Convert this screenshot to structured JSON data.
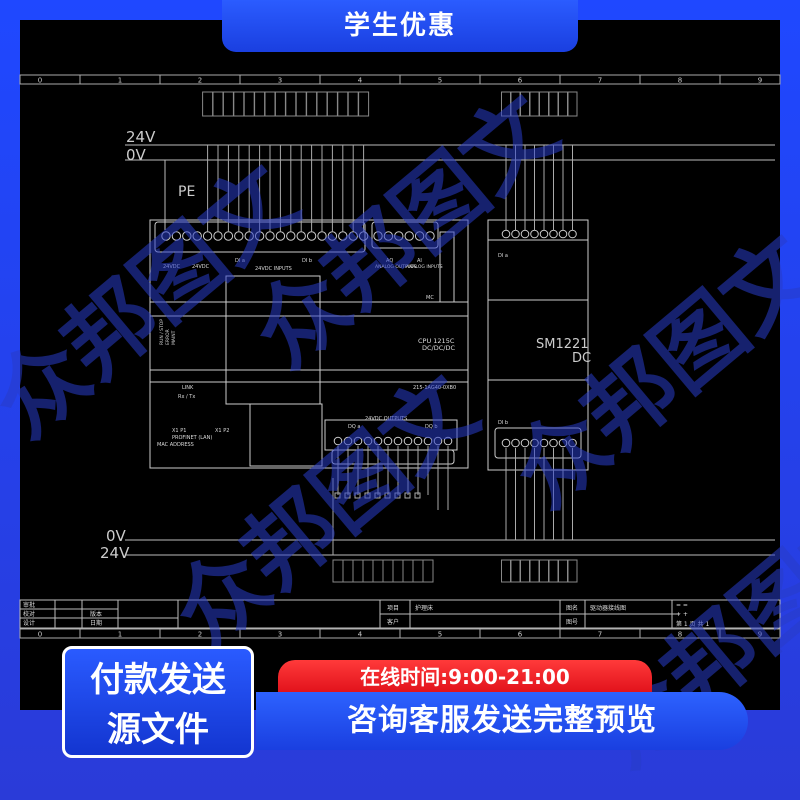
{
  "banner_top": "学生优惠",
  "pay_box": {
    "line1": "付款发送",
    "line2": "源文件"
  },
  "hours": "在线时间:9:00-21:00",
  "contact": "咨询客服发送完整预览",
  "watermark": "众邦图文",
  "ruler": [
    "0",
    "1",
    "2",
    "3",
    "4",
    "5",
    "6",
    "7",
    "8",
    "9"
  ],
  "rails": {
    "v24_top": "24V",
    "v0_top": "0V",
    "pe": "PE",
    "v0_bottom": "0V",
    "v24_bottom": "24V"
  },
  "plc": {
    "model": "CPU 1215C",
    "type": "DC/DC/DC",
    "part": "215-1AG40-0XB0",
    "inputs_label": "24VDC INPUTS",
    "outputs_label": "24VDC OUTPUTS",
    "power1": "24VDC",
    "power2": "24VDC",
    "analog_out": "ANALOG OUTPUTS",
    "analog_in": "ANALOG INPUTS",
    "ao": "AQ",
    "ai": "AI",
    "dia": "DI a",
    "dib": "DI b",
    "dqa": "DQ a",
    "dqb": "DQ b",
    "link": "LINK",
    "rxtx": "Rx / Tx",
    "x1p1": "X1 P1",
    "x1p2": "X1 P2",
    "profinet": "PROFINET (LAN)",
    "mac": "MAC ADDRESS",
    "status": [
      "RUN / STOP",
      "ERROR",
      "MAINT"
    ],
    "mc": "MC"
  },
  "module": {
    "name": "SM1221",
    "type": "DC",
    "dia": "DI a",
    "dib": "DI b"
  },
  "title_block": {
    "audit": "审批",
    "check": "校对",
    "design": "设计",
    "version": "版本",
    "date": "日期",
    "project_label": "项目",
    "project": "护理床",
    "client_label": "客户",
    "drawing_name_label": "图名",
    "drawing_name": "驱动器接线图",
    "drawing_no_label": "图号",
    "sym1": "= =",
    "sym2": "+ +",
    "page": "第 1 页 共 1"
  }
}
